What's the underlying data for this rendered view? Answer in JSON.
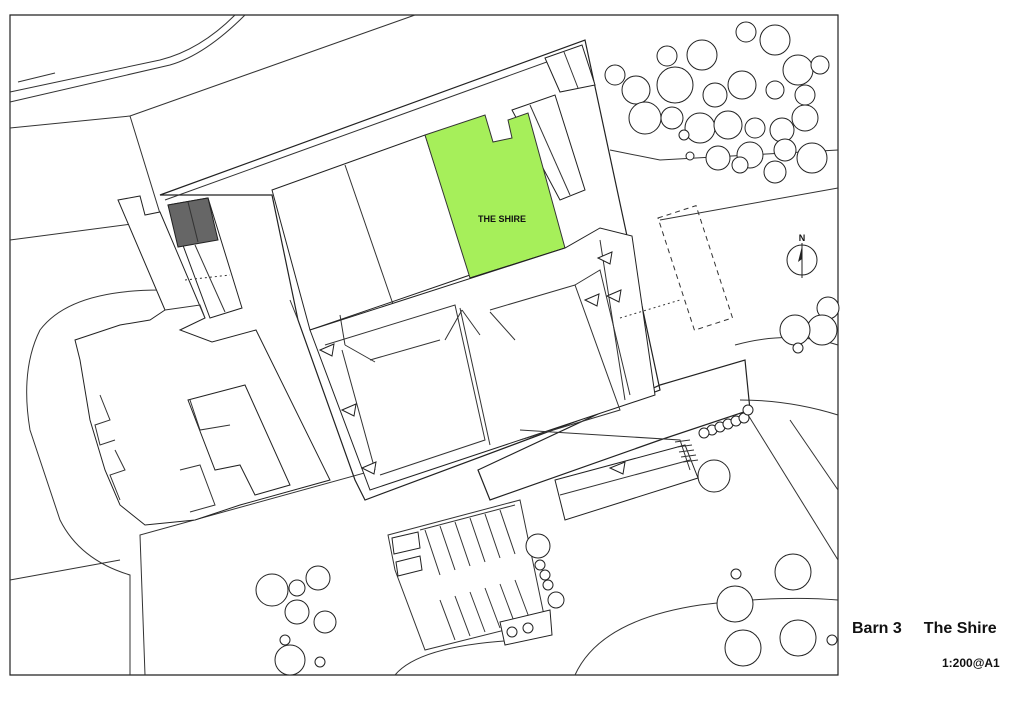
{
  "plan": {
    "highlight_label": "THE SHIRE",
    "north_label": "N",
    "colors": {
      "highlight": "#a6ef5a",
      "hatch": "#555555",
      "line": "#333333",
      "background": "#ffffff"
    }
  },
  "title_block": {
    "barn": "Barn 3",
    "name": "The Shire",
    "scale": "1:200@A1"
  }
}
